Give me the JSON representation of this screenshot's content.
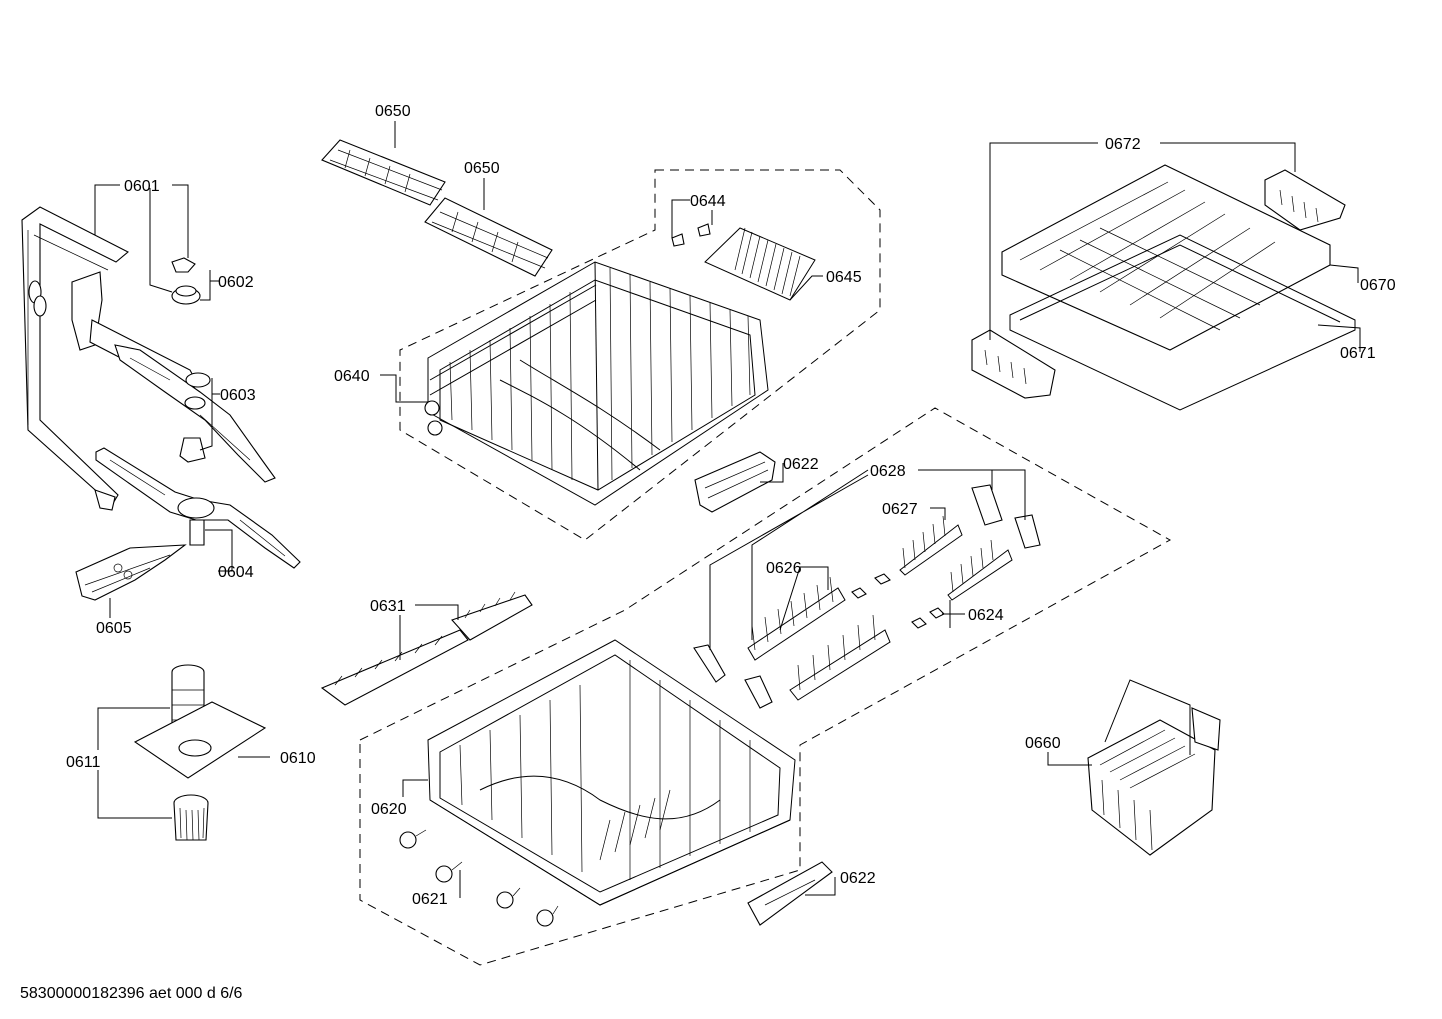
{
  "callouts": {
    "c0601": "0601",
    "c0602": "0602",
    "c0603": "0603",
    "c0604": "0604",
    "c0605": "0605",
    "c0610": "0610",
    "c0611": "0611",
    "c0620": "0620",
    "c0621": "0621",
    "c0622a": "0622",
    "c0622b": "0622",
    "c0624": "0624",
    "c0626": "0626",
    "c0627": "0627",
    "c0628": "0628",
    "c0631": "0631",
    "c0640": "0640",
    "c0644": "0644",
    "c0645": "0645",
    "c0650a": "0650",
    "c0650b": "0650",
    "c0660": "0660",
    "c0670": "0670",
    "c0671": "0671",
    "c0672": "0672"
  },
  "footer": "58300000182396 aet 000 d 6/6"
}
